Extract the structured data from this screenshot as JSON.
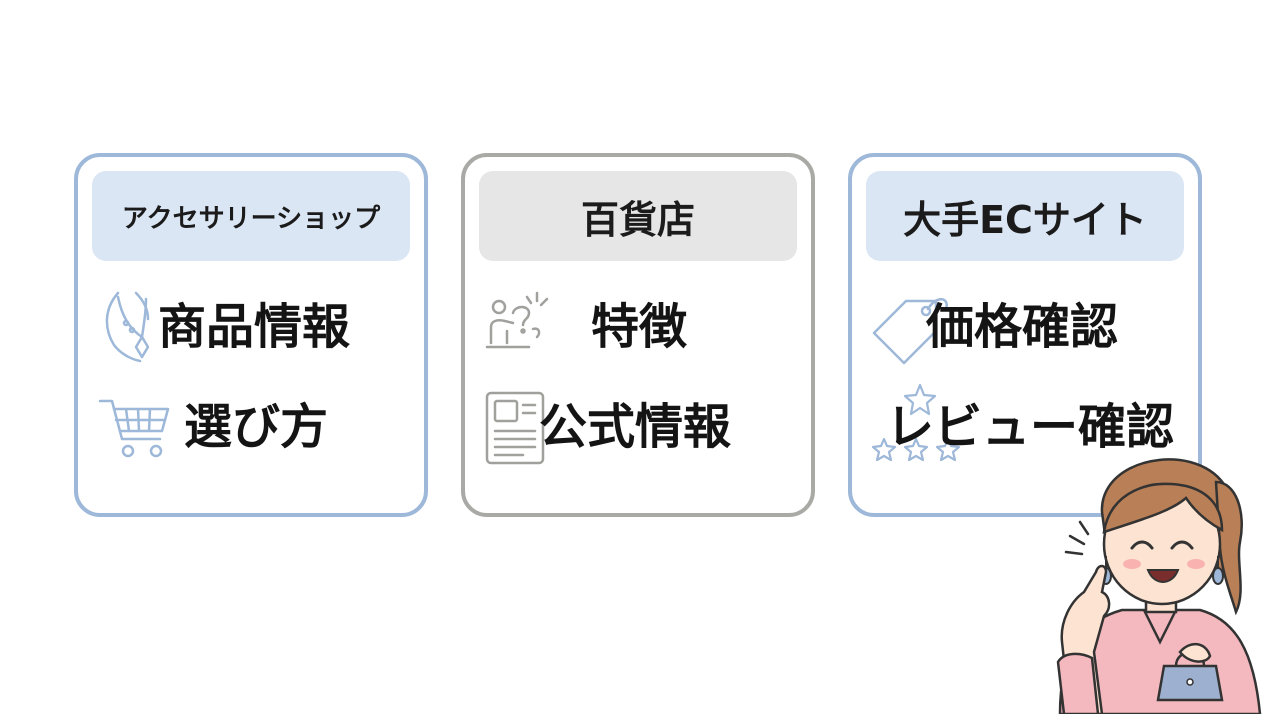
{
  "cards": [
    {
      "header": "アクセサリーショップ",
      "items": [
        {
          "label": "商品情報",
          "icon": "necklace-icon"
        },
        {
          "label": "選び方",
          "icon": "shopping-cart-icon"
        }
      ]
    },
    {
      "header": "百貨店",
      "items": [
        {
          "label": "特徴",
          "icon": "idea-person-icon"
        },
        {
          "label": "公式情報",
          "icon": "document-icon"
        }
      ]
    },
    {
      "header": "大手ECサイト",
      "items": [
        {
          "label": "価格確認",
          "icon": "price-tag-icon"
        },
        {
          "label": "レビュー確認",
          "icon": "star-rating-icon"
        }
      ]
    }
  ],
  "colors": {
    "card_border_blue": "#9db8d8",
    "card_border_gray": "#a9a9a6",
    "header_blue": "#dbe6f5",
    "header_gray": "#e6e6e6"
  }
}
